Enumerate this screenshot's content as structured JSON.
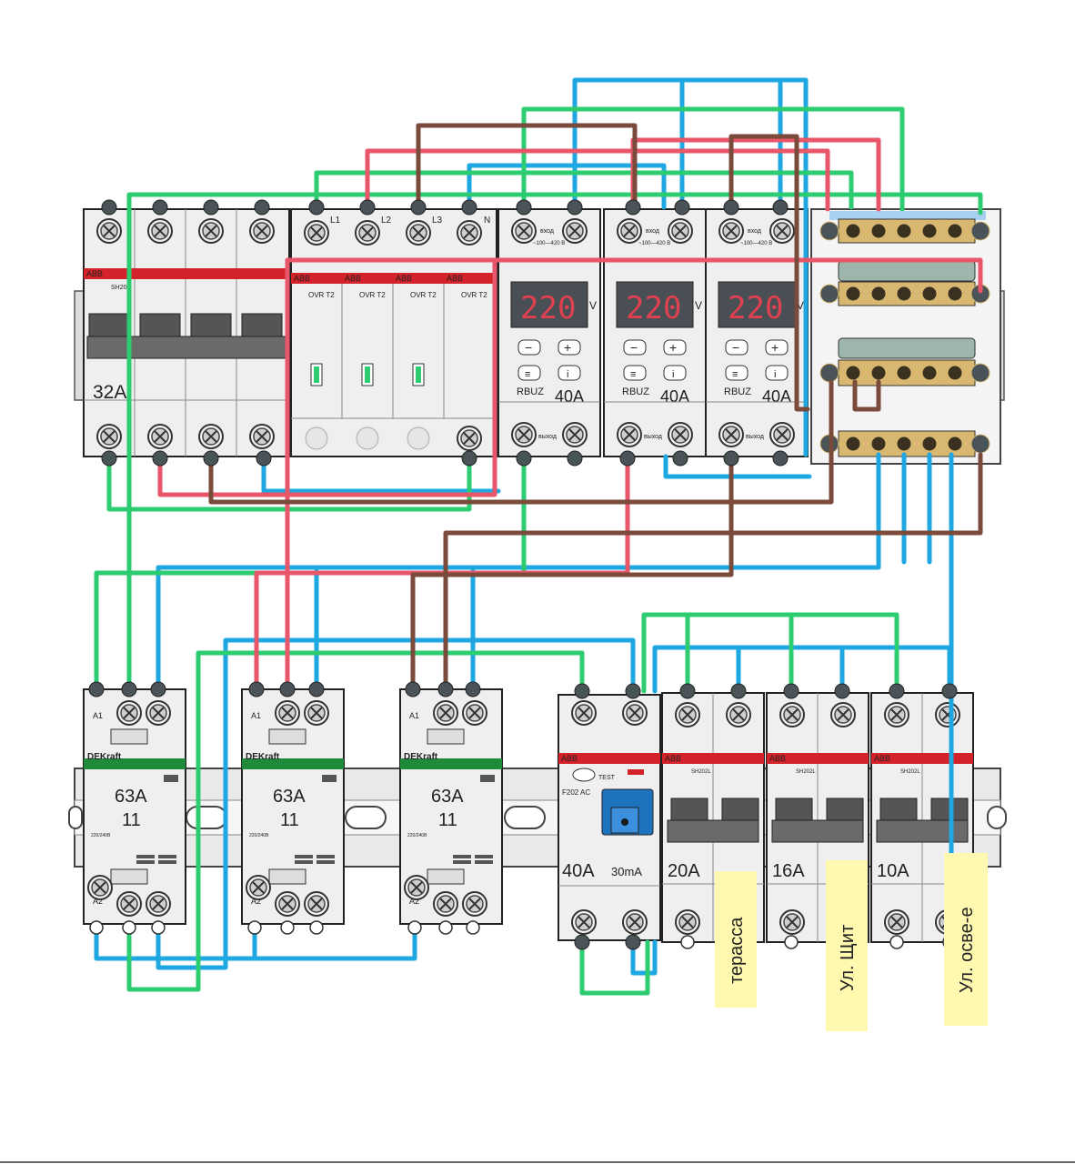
{
  "colors": {
    "wire_green": "#2ECC71",
    "wire_red": "#E8566A",
    "wire_blue": "#1EA7E1",
    "wire_brown": "#7A4A3A",
    "abb_red": "#D3222A",
    "dekraft_green": "#1E8A3A",
    "display_red": "#E04050",
    "note_yellow": "#FFF9B0",
    "rcd_blue": "#1E73BE"
  },
  "top_row": {
    "main_breaker": {
      "brand": "ABB",
      "model": "SH20",
      "rating": "32A"
    },
    "surge": {
      "brand": "ABB",
      "model": "OVR T2",
      "terminals": [
        "L1",
        "L2",
        "L3",
        "N"
      ]
    },
    "relays": [
      {
        "brand": "RBUZ",
        "rating": "40A",
        "display": "220",
        "unit": "V",
        "in_label": "вход",
        "range": "~100—420 В",
        "out_label": "выход"
      },
      {
        "brand": "RBUZ",
        "rating": "40A",
        "display": "220",
        "unit": "V",
        "in_label": "вход",
        "range": "~100—420 В",
        "out_label": "выход"
      },
      {
        "brand": "RBUZ",
        "rating": "40A",
        "display": "220",
        "unit": "V",
        "in_label": "вход",
        "range": "~100—420 В",
        "out_label": "выход"
      }
    ]
  },
  "bottom_row": {
    "contactors": [
      {
        "brand": "DEKraft",
        "rating": "63A",
        "contacts": "11",
        "coil": "220/240В",
        "a1": "A1",
        "a2": "A2"
      },
      {
        "brand": "DEKraft",
        "rating": "63A",
        "contacts": "11",
        "coil": "220/240В",
        "a1": "A1",
        "a2": "A2"
      },
      {
        "brand": "DEKraft",
        "rating": "63A",
        "contacts": "11",
        "coil": "220/240В",
        "a1": "A1",
        "a2": "A2"
      }
    ],
    "rcd": {
      "brand": "ABB",
      "model": "F202 AC",
      "rating": "40A",
      "sensitivity": "30mA",
      "test": "TEST"
    },
    "breakers": [
      {
        "brand": "ABB",
        "model": "SH202L",
        "rating": "20A",
        "note": "терасса"
      },
      {
        "brand": "ABB",
        "model": "SH202L",
        "rating": "16A",
        "note": "Ул. Щит"
      },
      {
        "brand": "ABB",
        "model": "SH202L",
        "rating": "10A",
        "note": "Ул. осве-е"
      }
    ]
  }
}
